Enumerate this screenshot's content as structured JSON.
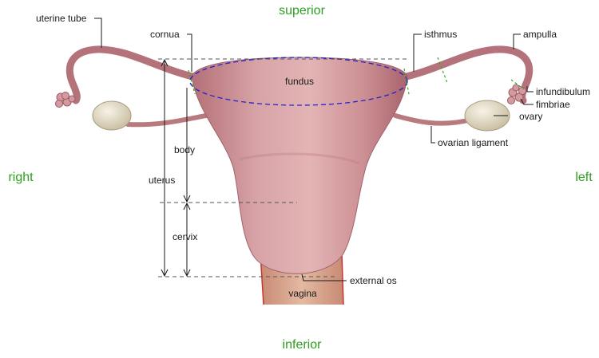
{
  "orientation": {
    "superior": "superior",
    "inferior": "inferior",
    "right": "right",
    "left": "left"
  },
  "labels": {
    "uterine_tube": "uterine tube",
    "cornua": "cornua",
    "isthmus": "isthmus",
    "ampulla": "ampulla",
    "infundibulum": "infundibulum",
    "fimbriae": "fimbriae",
    "ovary": "ovary",
    "fundus": "fundus",
    "body": "body",
    "uterus": "uterus",
    "cervix": "cervix",
    "ovarian_ligament": "ovarian ligament",
    "external_os": "external os",
    "vagina": "vagina"
  },
  "colors": {
    "direction_text": "#2e9e1f",
    "tissue": "#c98a8f",
    "tissue_dark": "#9c5a62",
    "ovary": "#e4dcc6",
    "fundus_outline": "#2222cc",
    "boundary_marks": "#33aa22",
    "vagina": "#d9a38a",
    "vagina_edge": "#cc3333"
  }
}
